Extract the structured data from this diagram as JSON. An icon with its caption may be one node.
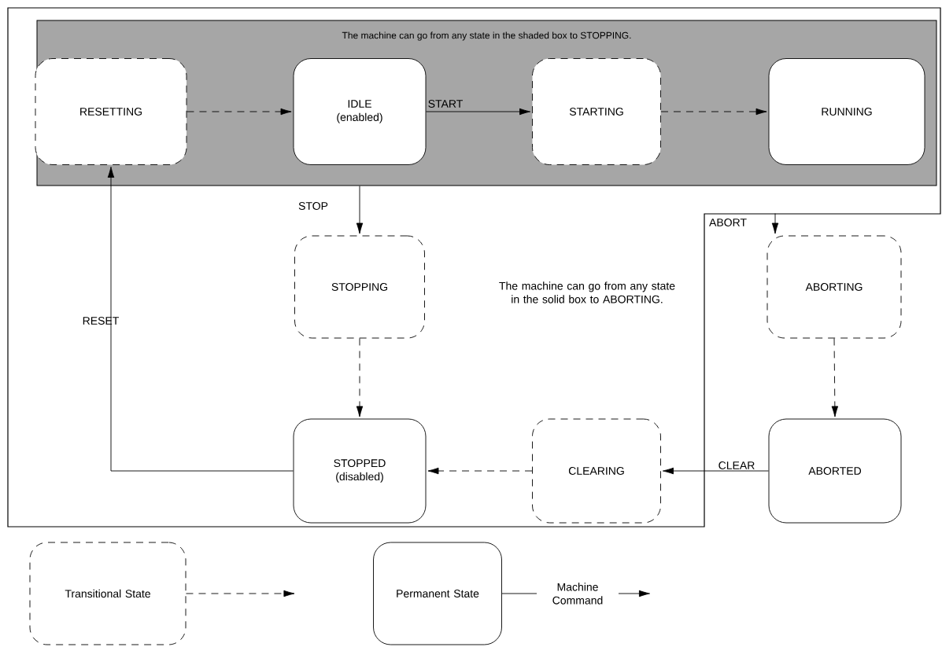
{
  "diagram": {
    "nodes": [
      {
        "text": [
          "The machine can go from any state in the solid box to ABORTING."
        ]
      },
      {
        "text": [
          "The machine can go from any state in the shaded box to STOPPING."
        ],
        "in": 0
      },
      {
        "text": [
          "RESETTING"
        ],
        "in": 1
      },
      {
        "text": [
          "IDLE (enabled)"
        ],
        "in": 1
      },
      {
        "text": [
          "STARTING"
        ],
        "in": 1
      },
      {
        "text": [
          "RUNNING"
        ],
        "in": 1
      },
      {
        "text": [
          "STOPPING"
        ],
        "in": 0
      },
      {
        "text": [
          "ABORTING"
        ]
      },
      {
        "text": [
          "STOPPED (disabled)"
        ],
        "in": 0
      },
      {
        "text": [
          "CLEARING"
        ],
        "in": 0
      },
      {
        "text": [
          "ABORTED"
        ]
      },
      {
        "text": [
          "Transitional State"
        ]
      },
      {
        "text": [
          "Permanent State"
        ]
      }
    ],
    "edges": [
      {
        "from": 2,
        "to": 3,
        "arrow": "to",
        "style": "dashed"
      },
      {
        "from": 3,
        "to": 4,
        "arrow": "to",
        "label": "START"
      },
      {
        "from": 4,
        "to": 5,
        "arrow": "to",
        "style": "dashed"
      },
      {
        "from": 1,
        "to": 6,
        "arrow": "to",
        "label": "STOP"
      },
      {
        "from": 6,
        "to": 8,
        "arrow": "to",
        "style": "dashed"
      },
      {
        "from": 8,
        "to": 2,
        "arrow": "to",
        "label": "RESET"
      },
      {
        "from": 0,
        "to": 7,
        "arrow": "to",
        "label": "ABORT"
      },
      {
        "from": 7,
        "to": 10,
        "arrow": "to",
        "style": "dashed"
      },
      {
        "from": 10,
        "to": 9,
        "arrow": "to",
        "label": "CLEAR"
      },
      {
        "from": 9,
        "to": 8,
        "arrow": "to",
        "style": "dashed"
      },
      {
        "from": 11,
        "to": null,
        "arrow": "to",
        "style": "dashed"
      },
      {
        "from": 12,
        "to": null,
        "arrow": "to",
        "label": "Machine Command"
      }
    ]
  }
}
